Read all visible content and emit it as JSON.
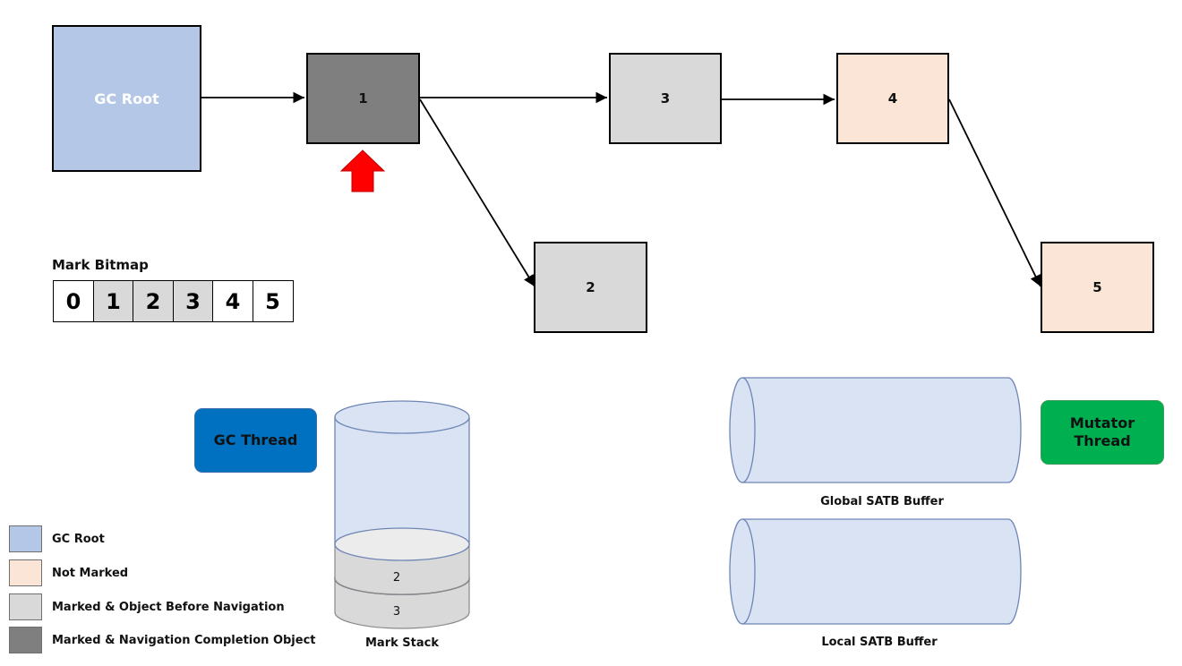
{
  "nodes": {
    "gc_root": "GC Root",
    "n1": "1",
    "n2": "2",
    "n3": "3",
    "n4": "4",
    "n5": "5"
  },
  "bitmap": {
    "title": "Mark Bitmap",
    "cells": [
      {
        "label": "0",
        "marked": false
      },
      {
        "label": "1",
        "marked": true
      },
      {
        "label": "2",
        "marked": true
      },
      {
        "label": "3",
        "marked": true
      },
      {
        "label": "4",
        "marked": false
      },
      {
        "label": "5",
        "marked": false
      }
    ]
  },
  "threads": {
    "gc": "GC Thread",
    "mutator": "Mutator Thread"
  },
  "mark_stack": {
    "caption": "Mark Stack",
    "items": [
      "2",
      "3"
    ]
  },
  "buffers": {
    "global": "Global SATB Buffer",
    "local": "Local SATB Buffer"
  },
  "legend": [
    {
      "label": "GC Root",
      "color": "#b4c7e7"
    },
    {
      "label": "Not Marked",
      "color": "#fbe5d6"
    },
    {
      "label": "Marked & Object Before Navigation",
      "color": "#d9d9d9"
    },
    {
      "label": "Marked & Navigation Completion Object",
      "color": "#7f7f7f"
    }
  ],
  "colors": {
    "gc_root": "#b4c7e7",
    "completed": "#7f7f7f",
    "marked": "#d9d9d9",
    "not_marked": "#fbe5d6",
    "gc_thread": "#0070c0",
    "mutator_thread": "#00b050",
    "pointer_arrow": "#ff0000",
    "buffer_fill": "#dae3f3"
  }
}
